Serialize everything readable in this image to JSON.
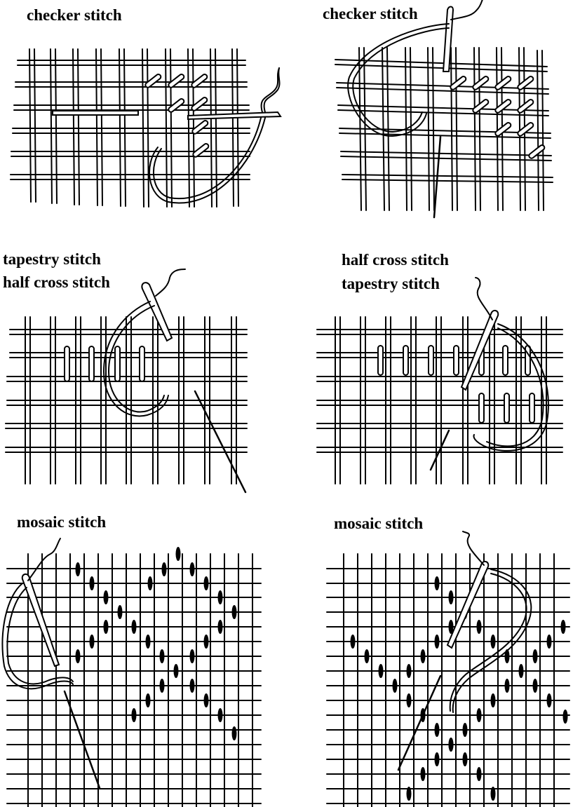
{
  "panels": [
    {
      "id": "p1",
      "lines": [
        "checker stitch"
      ]
    },
    {
      "id": "p2",
      "lines": [
        "checker stitch"
      ]
    },
    {
      "id": "p3",
      "lines": [
        "tapestry stitch",
        "half cross stitch"
      ]
    },
    {
      "id": "p4",
      "lines": [
        "half cross stitch",
        "tapestry stitch"
      ]
    },
    {
      "id": "p5",
      "lines": [
        "mosaic stitch"
      ]
    },
    {
      "id": "p6",
      "lines": [
        "mosaic stitch"
      ]
    }
  ],
  "colors": {
    "ink": "#000000",
    "background": "#ffffff"
  }
}
